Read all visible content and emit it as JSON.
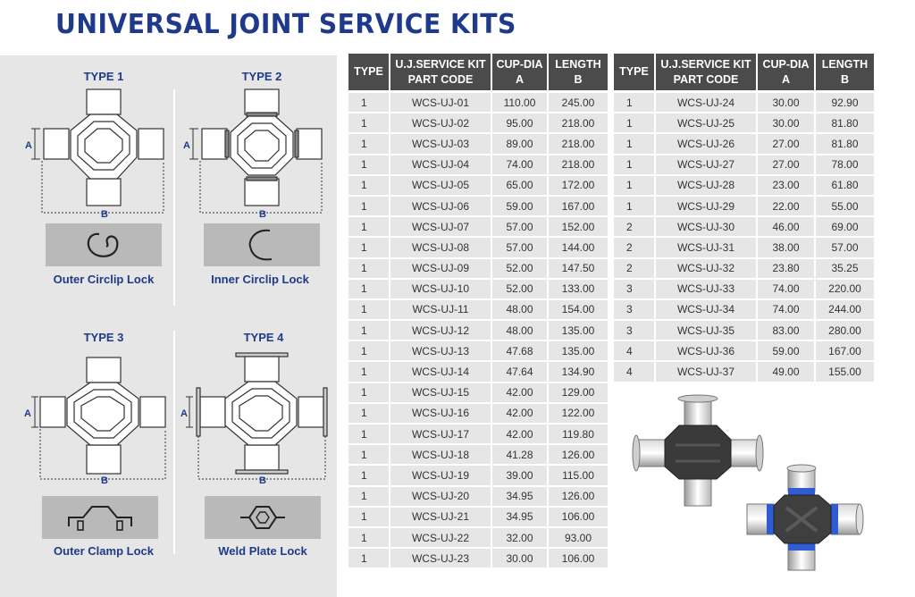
{
  "title": "UNIVERSAL JOINT SERVICE KITS",
  "types": [
    {
      "title": "TYPE 1",
      "lock": "Outer Circlip Lock",
      "dim_a": "A",
      "dim_b": "B"
    },
    {
      "title": "TYPE 2",
      "lock": "Inner Circlip Lock",
      "dim_a": "A",
      "dim_b": "B"
    },
    {
      "title": "TYPE 3",
      "lock": "Outer Clamp Lock",
      "dim_a": "A",
      "dim_b": "B"
    },
    {
      "title": "TYPE 4",
      "lock": "Weld Plate Lock",
      "dim_a": "A",
      "dim_b": "B"
    }
  ],
  "table": {
    "headers": {
      "type": "TYPE",
      "code_line1": "U.J.SERVICE KIT",
      "code_line2": "PART CODE",
      "cup_line1": "CUP-DIA",
      "cup_line2": "A",
      "len_line1": "LENGTH",
      "len_line2": "B"
    },
    "left_rows": [
      [
        "1",
        "WCS-UJ-01",
        "110.00",
        "245.00"
      ],
      [
        "1",
        "WCS-UJ-02",
        "95.00",
        "218.00"
      ],
      [
        "1",
        "WCS-UJ-03",
        "89.00",
        "218.00"
      ],
      [
        "1",
        "WCS-UJ-04",
        "74.00",
        "218.00"
      ],
      [
        "1",
        "WCS-UJ-05",
        "65.00",
        "172.00"
      ],
      [
        "1",
        "WCS-UJ-06",
        "59.00",
        "167.00"
      ],
      [
        "1",
        "WCS-UJ-07",
        "57.00",
        "152.00"
      ],
      [
        "1",
        "WCS-UJ-08",
        "57.00",
        "144.00"
      ],
      [
        "1",
        "WCS-UJ-09",
        "52.00",
        "147.50"
      ],
      [
        "1",
        "WCS-UJ-10",
        "52.00",
        "133.00"
      ],
      [
        "1",
        "WCS-UJ-11",
        "48.00",
        "154.00"
      ],
      [
        "1",
        "WCS-UJ-12",
        "48.00",
        "135.00"
      ],
      [
        "1",
        "WCS-UJ-13",
        "47.68",
        "135.00"
      ],
      [
        "1",
        "WCS-UJ-14",
        "47.64",
        "134.90"
      ],
      [
        "1",
        "WCS-UJ-15",
        "42.00",
        "129.00"
      ],
      [
        "1",
        "WCS-UJ-16",
        "42.00",
        "122.00"
      ],
      [
        "1",
        "WCS-UJ-17",
        "42.00",
        "119.80"
      ],
      [
        "1",
        "WCS-UJ-18",
        "41.28",
        "126.00"
      ],
      [
        "1",
        "WCS-UJ-19",
        "39.00",
        "115.00"
      ],
      [
        "1",
        "WCS-UJ-20",
        "34.95",
        "126.00"
      ],
      [
        "1",
        "WCS-UJ-21",
        "34.95",
        "106.00"
      ],
      [
        "1",
        "WCS-UJ-22",
        "32.00",
        "93.00"
      ],
      [
        "1",
        "WCS-UJ-23",
        "30.00",
        "106.00"
      ]
    ],
    "right_rows": [
      [
        "1",
        "WCS-UJ-24",
        "30.00",
        "92.90"
      ],
      [
        "1",
        "WCS-UJ-25",
        "30.00",
        "81.80"
      ],
      [
        "1",
        "WCS-UJ-26",
        "27.00",
        "81.80"
      ],
      [
        "1",
        "WCS-UJ-27",
        "27.00",
        "78.00"
      ],
      [
        "1",
        "WCS-UJ-28",
        "23.00",
        "61.80"
      ],
      [
        "1",
        "WCS-UJ-29",
        "22.00",
        "55.00"
      ],
      [
        "2",
        "WCS-UJ-30",
        "46.00",
        "69.00"
      ],
      [
        "2",
        "WCS-UJ-31",
        "38.00",
        "57.00"
      ],
      [
        "2",
        "WCS-UJ-32",
        "23.80",
        "35.25"
      ],
      [
        "3",
        "WCS-UJ-33",
        "74.00",
        "220.00"
      ],
      [
        "3",
        "WCS-UJ-34",
        "74.00",
        "244.00"
      ],
      [
        "3",
        "WCS-UJ-35",
        "83.00",
        "280.00"
      ],
      [
        "4",
        "WCS-UJ-36",
        "59.00",
        "167.00"
      ],
      [
        "4",
        "WCS-UJ-37",
        "49.00",
        "155.00"
      ]
    ]
  },
  "colors": {
    "title_blue": "#1f3a8a",
    "header_bg": "#4b4b4b",
    "row_bg": "#e6e6e6",
    "panel_bg": "#e6e6e6",
    "bearing_blue": "#2f5bd3"
  }
}
